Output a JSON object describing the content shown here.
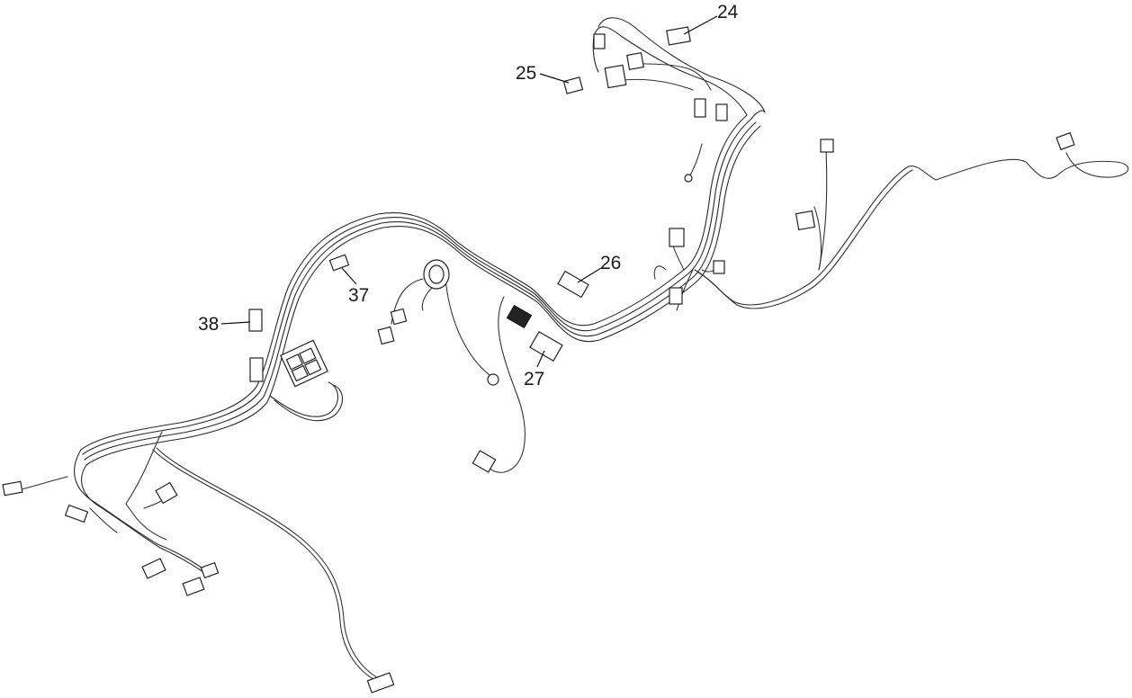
{
  "colors": {
    "line": "#2a2a2a",
    "background": "#ffffff",
    "text": "#1a1a1a"
  },
  "callouts": [
    {
      "id": "24",
      "label": "24"
    },
    {
      "id": "25",
      "label": "25"
    },
    {
      "id": "26",
      "label": "26"
    },
    {
      "id": "27",
      "label": "27"
    },
    {
      "id": "37",
      "label": "37"
    },
    {
      "id": "38",
      "label": "38"
    }
  ]
}
